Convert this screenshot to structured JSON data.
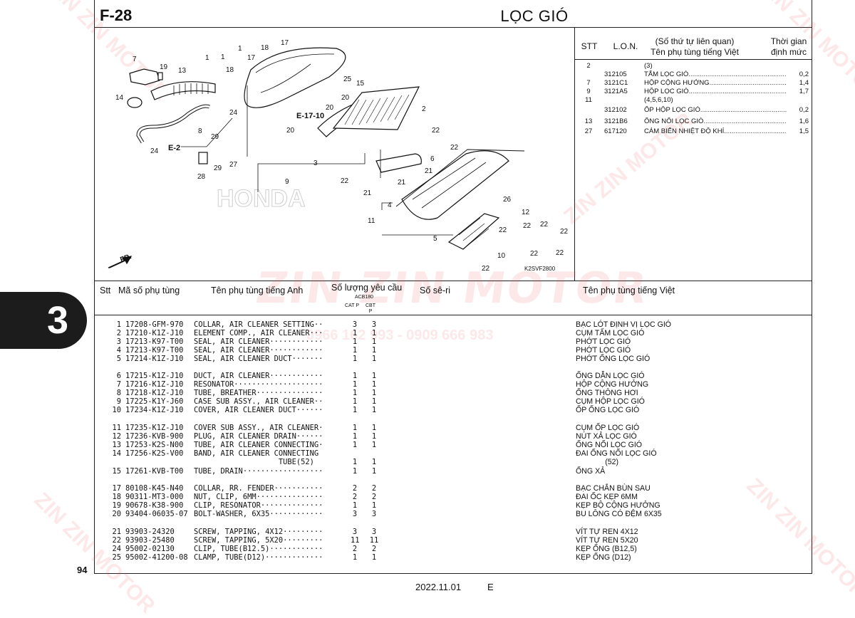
{
  "header": {
    "fig_code": "F-28",
    "title": "LỌC GIÓ"
  },
  "section_tab": "3",
  "page_number": "94",
  "footer": {
    "date": "2022.11.01",
    "edition": "E"
  },
  "watermark": {
    "brand": "ZIN ZIN MOTOR",
    "phone": "0966 162 993 - 0909 666 983"
  },
  "diagram": {
    "code": "K2SVF2800",
    "fr_label": "FR.",
    "refs": [
      "E-17-10",
      "E-2"
    ],
    "callouts": [
      "7",
      "19",
      "13",
      "1",
      "1",
      "17",
      "18",
      "1",
      "17",
      "18",
      "25",
      "15",
      "20",
      "20",
      "24",
      "14",
      "8",
      "24",
      "29",
      "27",
      "29",
      "28",
      "9",
      "3",
      "20",
      "2",
      "22",
      "22",
      "6",
      "21",
      "21",
      "22",
      "21",
      "4",
      "26",
      "12",
      "11",
      "22",
      "22",
      "5",
      "22",
      "22",
      "10",
      "22",
      "22",
      "22"
    ]
  },
  "summary_table": {
    "headers": {
      "stt": "STT",
      "lon": "L.O.N.",
      "name_line1": "(Số thứ tự liên quan)",
      "name_line2": "Tên phụ tùng tiếng Việt",
      "qty_line1": "Thời gian",
      "qty_line2": "định mức"
    },
    "rows": [
      {
        "stt": "2",
        "lon": "",
        "name": "(3)",
        "qty": ""
      },
      {
        "stt": "",
        "lon": "312105",
        "name": "TẤM LỌC GIÓ",
        "qty": "0,2"
      },
      {
        "stt": "7",
        "lon": "3121C1",
        "name": "HỘP CỘNG HƯỞNG",
        "qty": "1,4"
      },
      {
        "stt": "9",
        "lon": "3121A5",
        "name": "HỘP LỌC GIÓ",
        "qty": "1,7"
      },
      {
        "stt": "11",
        "lon": "",
        "name": "(4,5,6,10)",
        "qty": ""
      },
      {
        "stt": "",
        "lon": "312102",
        "name": "ỐP HỘP LỌC GIÓ",
        "qty": "0,2"
      },
      {
        "stt": "13",
        "lon": "3121B6",
        "name": "ỐNG NỐI LỌC GIÓ",
        "qty": "1,6"
      },
      {
        "stt": "27",
        "lon": "617120",
        "name": "CẢM BIẾN NHIỆT ĐỘ KHÍ",
        "qty": "1,5"
      }
    ]
  },
  "parts_table": {
    "headers": {
      "stt": "Stt",
      "code": "Mã số phụ tùng",
      "name_en": "Tên phụ tùng tiếng Anh",
      "qty": "Số lượng yêu cầu",
      "qty_sub": "ACB180",
      "cat": "CAT P",
      "cbt": "CBT P",
      "serial": "Số sê-ri",
      "name_vn": "Tên phụ tùng tiếng Việt"
    },
    "rows": [
      {
        "stt": "1",
        "code": "17208-GFM-970",
        "name_en": "COLLAR, AIR CLEANER SETTING··",
        "cat": "3",
        "cbt": "3",
        "name_vn": "BẠC LÓT ĐỊNH VỊ LỌC GIÓ"
      },
      {
        "stt": "2",
        "code": "17210-K1Z-J10",
        "name_en": "ELEMENT COMP., AIR CLEANER···",
        "cat": "1",
        "cbt": "1",
        "name_vn": "CỤM TẤM LỌC GIÓ"
      },
      {
        "stt": "3",
        "code": "17213-K97-T00",
        "name_en": "SEAL, AIR CLEANER············",
        "cat": "1",
        "cbt": "1",
        "name_vn": "PHỚT LỌC GIÓ"
      },
      {
        "stt": "4",
        "code": "17213-K97-T00",
        "name_en": "SEAL, AIR CLEANER············",
        "cat": "1",
        "cbt": "1",
        "name_vn": "PHỚT LỌC GIÓ"
      },
      {
        "stt": "5",
        "code": "17214-K1Z-J10",
        "name_en": "SEAL, AIR CLEANER DUCT·······",
        "cat": "1",
        "cbt": "1",
        "name_vn": "PHỚT ỐNG LỌC GIÓ"
      },
      {
        "stt": "6",
        "code": "17215-K1Z-J10",
        "name_en": "DUCT, AIR CLEANER············",
        "cat": "1",
        "cbt": "1",
        "name_vn": "ỐNG DẪN LỌC GIÓ"
      },
      {
        "stt": "7",
        "code": "17216-K1Z-J10",
        "name_en": "RESONATOR····················",
        "cat": "1",
        "cbt": "1",
        "name_vn": "HỘP CỘNG HƯỞNG"
      },
      {
        "stt": "8",
        "code": "17218-K1Z-J10",
        "name_en": "TUBE, BREATHER···············",
        "cat": "1",
        "cbt": "1",
        "name_vn": "ỐNG THÔNG HƠI"
      },
      {
        "stt": "9",
        "code": "17225-K1Y-J60",
        "name_en": "CASE SUB ASSY., AIR CLEANER··",
        "cat": "1",
        "cbt": "1",
        "name_vn": "CỤM HỘP LỌC GIÓ"
      },
      {
        "stt": "10",
        "code": "17234-K1Z-J10",
        "name_en": "COVER, AIR CLEANER DUCT······",
        "cat": "1",
        "cbt": "1",
        "name_vn": "ỐP ỐNG LỌC GIÓ"
      },
      {
        "stt": "11",
        "code": "17235-K1Z-J10",
        "name_en": "COVER SUB ASSY., AIR CLEANER·",
        "cat": "1",
        "cbt": "1",
        "name_vn": "CỤM ỐP LỌC GIÓ"
      },
      {
        "stt": "12",
        "code": "17236-KVB-900",
        "name_en": "PLUG, AIR CLEANER DRAIN······",
        "cat": "1",
        "cbt": "1",
        "name_vn": "NÚT XẢ LỌC GIÓ"
      },
      {
        "stt": "13",
        "code": "17253-K2S-N00",
        "name_en": "TUBE, AIR CLEANER CONNECTING·",
        "cat": "1",
        "cbt": "1",
        "name_vn": "ỐNG NỐI LỌC GIÓ"
      },
      {
        "stt": "14",
        "code": "17256-K2S-V00",
        "name_en": "BAND, AIR CLEANER CONNECTING",
        "cat": "",
        "cbt": "",
        "name_vn": "ĐAI ỐNG NỐI LỌC GIÓ"
      },
      {
        "stt": "",
        "code": "",
        "name_en": "                   TUBE(52)",
        "cat": "1",
        "cbt": "1",
        "name_vn": "              (52)"
      },
      {
        "stt": "15",
        "code": "17261-KVB-T00",
        "name_en": "TUBE, DRAIN··················",
        "cat": "1",
        "cbt": "1",
        "name_vn": "ỐNG XẢ"
      },
      {
        "stt": "17",
        "code": "80108-K45-N40",
        "name_en": "COLLAR, RR. FENDER···········",
        "cat": "2",
        "cbt": "2",
        "name_vn": "BẠC CHẮN BÙN SAU"
      },
      {
        "stt": "18",
        "code": "90311-MT3-000",
        "name_en": "NUT, CLIP, 6MM···············",
        "cat": "2",
        "cbt": "2",
        "name_vn": "ĐAI ỐC KẸP 6MM"
      },
      {
        "stt": "19",
        "code": "90678-K38-900",
        "name_en": "CLIP, RESONATOR··············",
        "cat": "1",
        "cbt": "1",
        "name_vn": "KẸP BỘ CỘNG HƯỞNG"
      },
      {
        "stt": "20",
        "code": "93404-06035-07",
        "name_en": "BOLT-WASHER, 6X35············",
        "cat": "3",
        "cbt": "3",
        "name_vn": "BU LÔNG CÓ ĐỆM 6X35"
      },
      {
        "stt": "21",
        "code": "93903-24320",
        "name_en": "SCREW, TAPPING, 4X12·········",
        "cat": "3",
        "cbt": "3",
        "name_vn": "VÍT TỰ REN 4X12"
      },
      {
        "stt": "22",
        "code": "93903-25480",
        "name_en": "SCREW, TAPPING, 5X20·········",
        "cat": "11",
        "cbt": "11",
        "name_vn": "VÍT TỰ REN 5X20"
      },
      {
        "stt": "24",
        "code": "95002-02130",
        "name_en": "CLIP, TUBE(B12.5)············",
        "cat": "2",
        "cbt": "2",
        "name_vn": "KẸP ỐNG (B12,5)"
      },
      {
        "stt": "25",
        "code": "95002-41200-08",
        "name_en": "CLAMP, TUBE(D12)·············",
        "cat": "1",
        "cbt": "1",
        "name_vn": "KẸP ỐNG (D12)"
      }
    ]
  }
}
